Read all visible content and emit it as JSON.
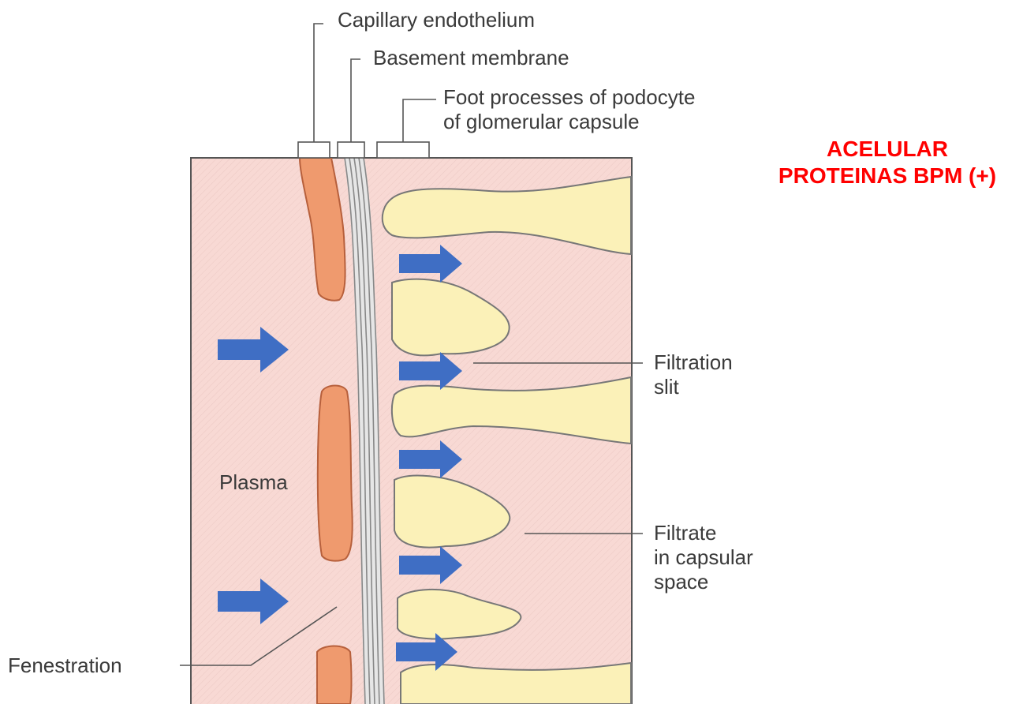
{
  "labels": {
    "capillary_endothelium": "Capillary endothelium",
    "basement_membrane": "Basement membrane",
    "foot_processes_line1": "Foot processes of podocyte",
    "foot_processes_line2": "of glomerular capsule",
    "filtration_slit_line1": "Filtration",
    "filtration_slit_line2": "slit",
    "plasma": "Plasma",
    "filtrate_line1": "Filtrate",
    "filtrate_line2": "in capsular",
    "filtrate_line3": "space",
    "fenestration": "Fenestration"
  },
  "annotation": {
    "line1": "ACELULAR",
    "line2": "PROTEINAS BPM (+)"
  },
  "colors": {
    "background_tissue": "#f8d9d4",
    "endothelium": "#ef9a6e",
    "foot_process": "#fbf1b8",
    "basement_membrane": "#e4e4e4",
    "arrow": "#3f6ec4",
    "annotation": "#ff0000"
  }
}
